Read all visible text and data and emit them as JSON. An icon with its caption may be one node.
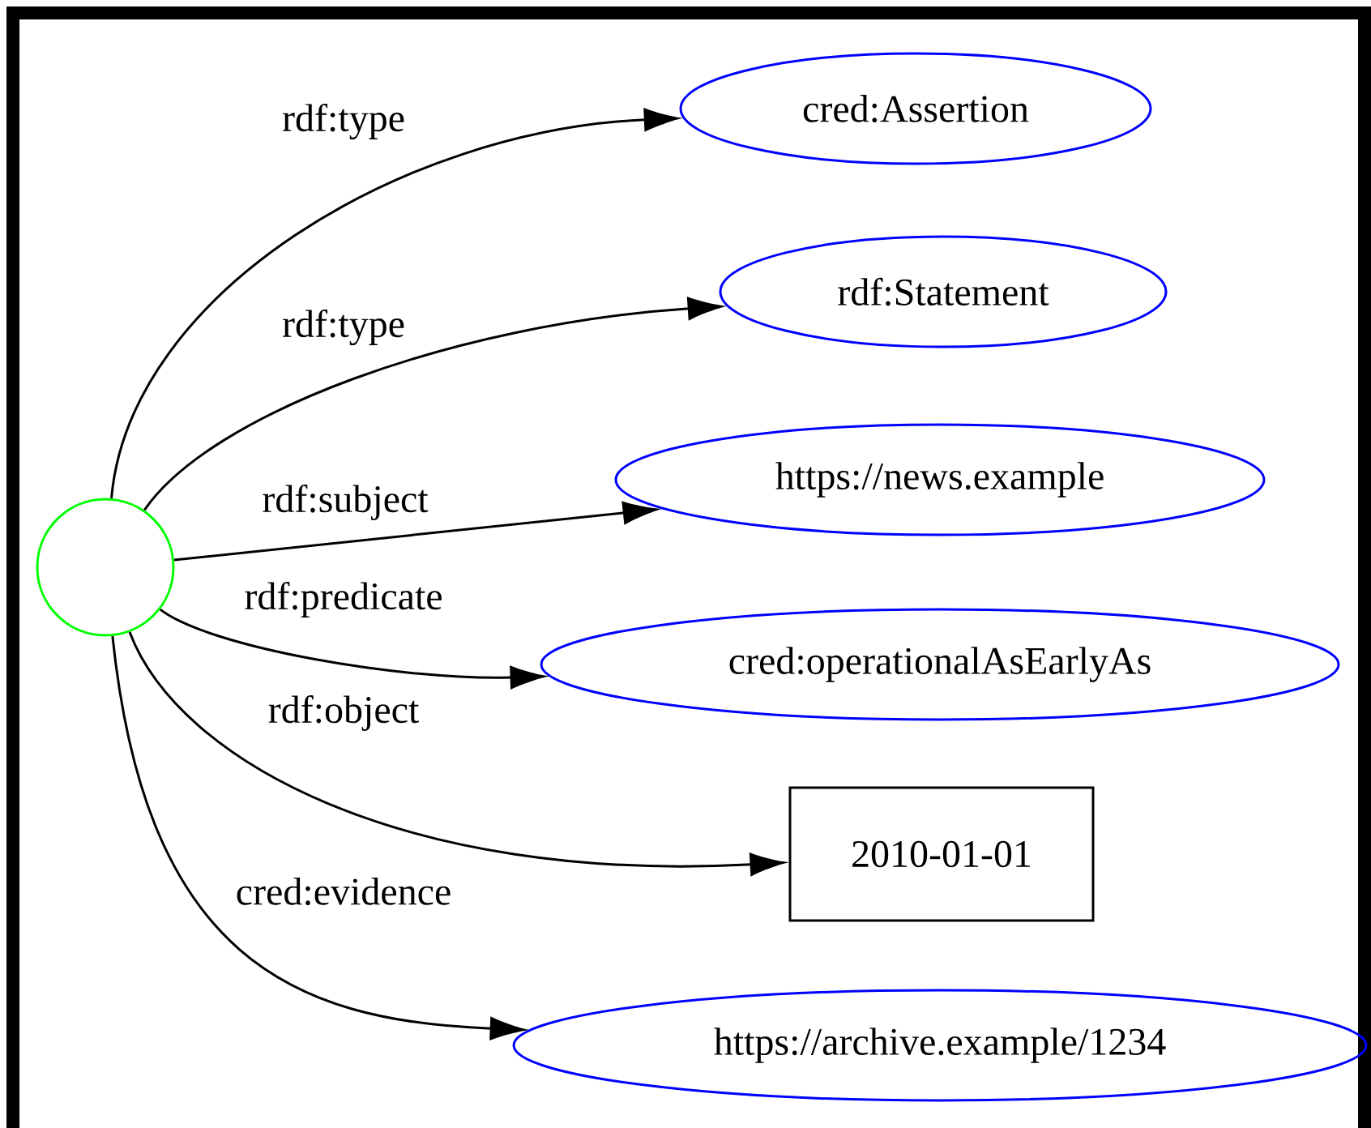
{
  "diagram": {
    "nodes": [
      {
        "text": [],
        "shape": "circle"
      },
      {
        "text": [
          "cred:Assertion"
        ]
      },
      {
        "text": [
          "rdf:Statement"
        ]
      },
      {
        "text": [
          "https://news.example"
        ]
      },
      {
        "text": [
          "cred:operationalAsEarlyAs"
        ]
      },
      {
        "text": [
          "2010-01-01"
        ]
      },
      {
        "text": [
          "https://archive.example/1234"
        ]
      }
    ],
    "edges": [
      {
        "from": 0,
        "to": 1,
        "arrow": "to",
        "label": "rdf:type"
      },
      {
        "from": 0,
        "to": 2,
        "arrow": "to",
        "label": "rdf:type"
      },
      {
        "from": 0,
        "to": 3,
        "arrow": "to",
        "label": "rdf:subject"
      },
      {
        "from": 0,
        "to": 4,
        "arrow": "to",
        "label": "rdf:predicate"
      },
      {
        "from": 0,
        "to": 5,
        "arrow": "to",
        "label": "rdf:object"
      },
      {
        "from": 0,
        "to": 6,
        "arrow": "to",
        "label": "cred:evidence"
      }
    ]
  }
}
